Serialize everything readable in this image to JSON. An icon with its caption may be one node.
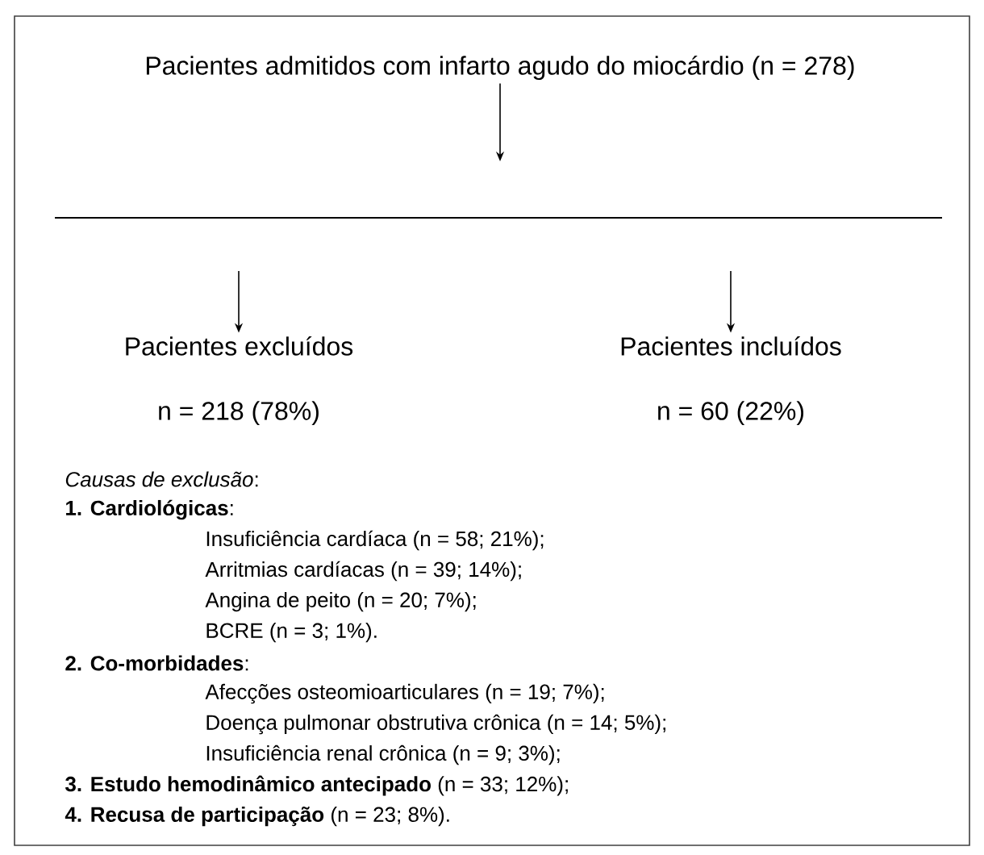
{
  "diagram": {
    "nodes": [
      {
        "text": [
          "Pacientes admitidos com infarto agudo do miocárdio (n = 278)"
        ]
      },
      {
        "text": [
          "Pacientes excluídos",
          "n = 218 (78%)"
        ]
      },
      {
        "text": [
          "Pacientes incluídos",
          "n = 60 (22%)"
        ]
      }
    ],
    "edges": [
      {
        "from": 0,
        "to": null,
        "arrow": "to"
      },
      {
        "from": null,
        "to": 1,
        "arrow": "to"
      },
      {
        "from": null,
        "to": 2,
        "arrow": "to"
      }
    ],
    "labels": [
      "*Causas de exclusão*:",
      "**1. Cardiológicas**:",
      "Insuficiência cardíaca (n = 58; 21%);",
      "Arritmias cardíacas (n = 39; 14%);",
      "Angina de peito (n = 20; 7%);",
      "BCRE (n = 3; 1%).",
      "**2. Co-morbidades**:",
      "Afecções osteomioarticulares (n = 19; 7%);",
      "Doença pulmonar obstrutiva crônica (n = 14; 5%);",
      "Insuficiência renal crônica (n = 9; 3%);",
      "**3. Estudo hemodinâmico antecipado** (n = 33; 12%);",
      "**4. Recusa de participação** (n = 23; 8%)."
    ]
  }
}
